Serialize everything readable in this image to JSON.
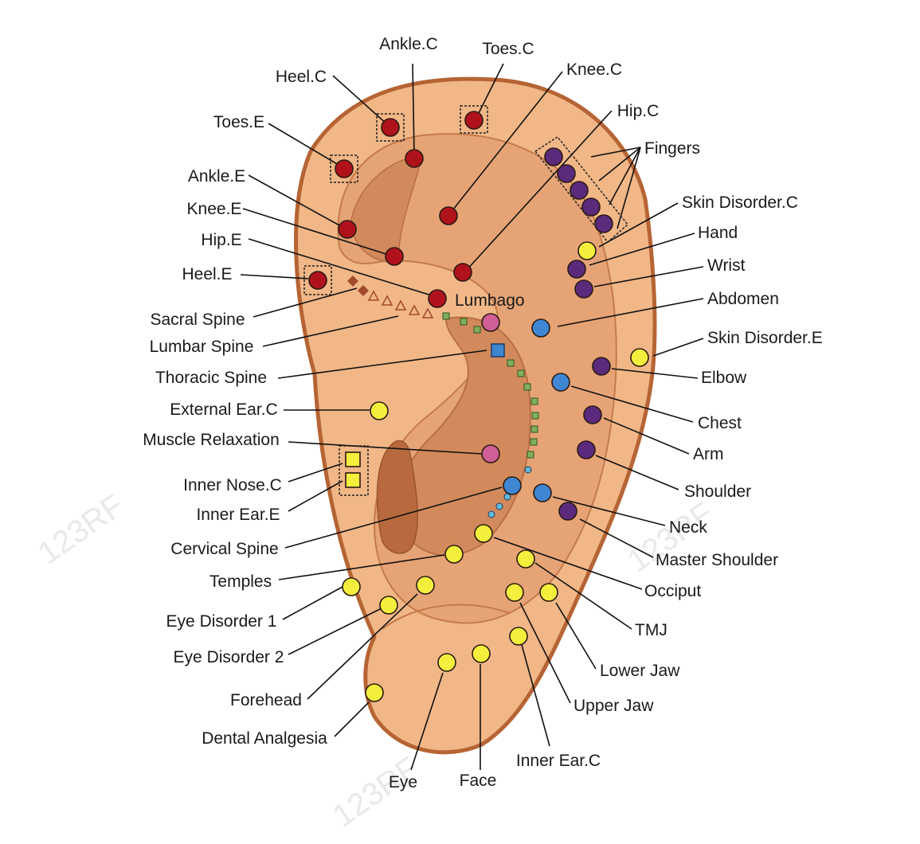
{
  "watermark": "123RF",
  "colors": {
    "skin_outer": "#f1b787",
    "skin_mid": "#e6a476",
    "skin_inner": "#d28a5c",
    "outline": "#b66434",
    "red": "#b0121c",
    "purple": "#5c2a7c",
    "yellow": "#f4ef3c",
    "blue": "#3f86d3",
    "pink": "#cf5f95",
    "green": "#7fb05f",
    "lightblue": "#65b8d8",
    "brown": "#a14a2c"
  },
  "labels": {
    "ankle_c": "Ankle.C",
    "toes_c": "Toes.C",
    "heel_c": "Heel.C",
    "knee_c": "Knee.C",
    "hip_c": "Hip.C",
    "toes_e": "Toes.E",
    "fingers": "Fingers",
    "ankle_e": "Ankle.E",
    "skin_disorder_c": "Skin Disorder.C",
    "knee_e": "Knee.E",
    "hand": "Hand",
    "hip_e": "Hip.E",
    "wrist": "Wrist",
    "heel_e": "Heel.E",
    "lumbago": "Lumbago",
    "abdomen": "Abdomen",
    "sacral_spine": "Sacral Spine",
    "lumbar_spine": "Lumbar Spine",
    "skin_disorder_e": "Skin Disorder.E",
    "thoracic_spine": "Thoracic Spine",
    "elbow": "Elbow",
    "external_ear_c": "External Ear.C",
    "chest": "Chest",
    "muscle_relaxation": "Muscle Relaxation",
    "arm": "Arm",
    "inner_nose_c": "Inner Nose.C",
    "shoulder": "Shoulder",
    "inner_ear_e": "Inner Ear.E",
    "neck": "Neck",
    "cervical_spine": "Cervical Spine",
    "master_shoulder": "Master Shoulder",
    "temples": "Temples",
    "occiput": "Occiput",
    "eye_disorder_1": "Eye Disorder 1",
    "tmj": "TMJ",
    "eye_disorder_2": "Eye Disorder 2",
    "lower_jaw": "Lower Jaw",
    "forehead": "Forehead",
    "upper_jaw": "Upper Jaw",
    "dental_analgesia": "Dental Analgesia",
    "inner_ear_c": "Inner Ear.C",
    "eye": "Eye",
    "face": "Face"
  }
}
